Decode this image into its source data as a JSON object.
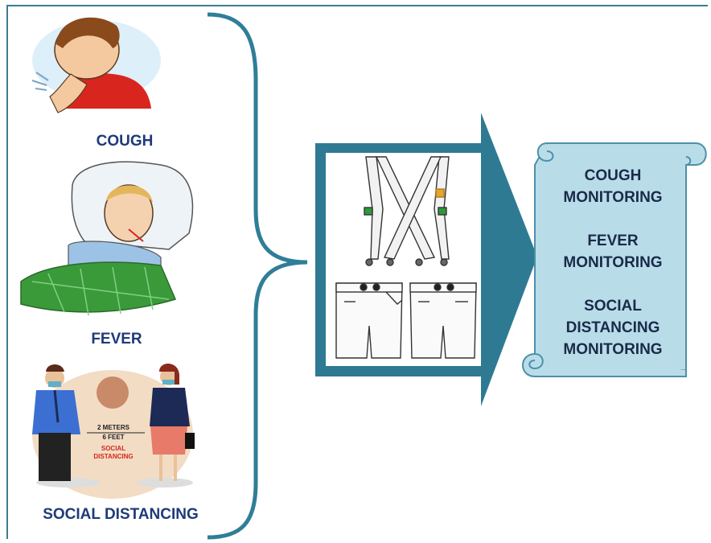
{
  "symptoms": [
    {
      "label": "COUGH",
      "icon": "coughing-boy-illustration"
    },
    {
      "label": "FEVER",
      "icon": "feverish-boy-in-bed-illustration"
    },
    {
      "label": "SOCIAL DISTANCING",
      "icon": "social-distancing-illustration"
    }
  ],
  "social_distancing_sign": {
    "distance_line1": "2 METERS",
    "distance_line2": "6 FEET",
    "caption_line1": "SOCIAL",
    "caption_line2": "DISTANCING"
  },
  "device": {
    "icon": "smart-suspenders-and-shorts-illustration"
  },
  "monitoring": [
    {
      "line1": "COUGH",
      "line2": "MONITORING"
    },
    {
      "line1": "FEVER",
      "line2": "MONITORING"
    },
    {
      "line1": "SOCIAL",
      "line2": "DISTANCING",
      "line3": "MONITORING"
    }
  ],
  "colors": {
    "brace": "#2f7e98",
    "arrow": "#2e7a93",
    "scroll_fill": "#b9dde8",
    "scroll_stroke": "#4e8fab",
    "label_text": "#1f3a78"
  }
}
